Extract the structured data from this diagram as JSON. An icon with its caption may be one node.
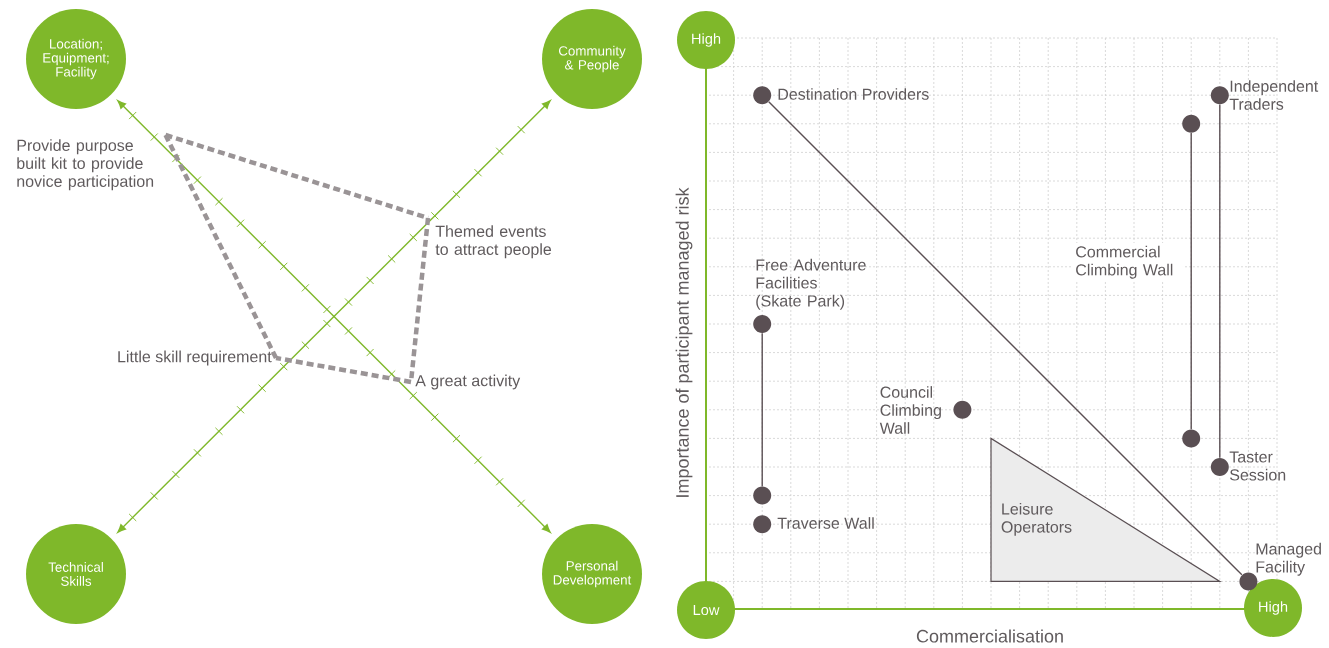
{
  "diagram": {
    "nodes": [
      {
        "text": [
          "Location; Equipment; Facility"
        ]
      },
      {
        "text": [
          "Community & People"
        ]
      },
      {
        "text": [
          "Technical Skills"
        ]
      },
      {
        "text": [
          "Personal Development"
        ]
      },
      {
        "text": [
          "Provide purpose built kit to provide novice participation"
        ]
      },
      {
        "text": [
          "Themed events to attract people"
        ]
      },
      {
        "text": [
          "Little skill requirement"
        ]
      },
      {
        "text": [
          "A great activity"
        ]
      },
      {
        "text": [
          "High"
        ]
      },
      {
        "text": [
          "Low"
        ]
      },
      {
        "text": [
          "High"
        ]
      },
      {
        "text": [],
        "shape": "circle",
        "beside": [
          "Destination Providers"
        ]
      },
      {
        "text": [],
        "shape": "circle",
        "beside": [
          "Independent Traders"
        ]
      },
      {
        "text": [],
        "shape": "circle"
      },
      {
        "text": [],
        "shape": "circle",
        "beside": [
          "Free Adventure Facilities (Skate Park)"
        ]
      },
      {
        "text": [],
        "shape": "circle",
        "beside": [
          "Council Climbing Wall"
        ]
      },
      {
        "text": [
          "Leisure Operators"
        ]
      },
      {
        "text": [],
        "shape": "circle"
      },
      {
        "text": [],
        "shape": "circle",
        "beside": [
          "Taster Session"
        ]
      },
      {
        "text": [],
        "shape": "circle"
      },
      {
        "text": [],
        "shape": "circle",
        "beside": [
          "Traverse Wall"
        ]
      },
      {
        "text": [],
        "shape": "circle",
        "beside": [
          "Managed Facility"
        ]
      }
    ],
    "edges": [
      {
        "from": 0,
        "to": 3,
        "arrow": "both",
        "color": "#7fb82a"
      },
      {
        "from": 2,
        "to": 1,
        "arrow": "both",
        "color": "#7fb82a"
      },
      {
        "from": 4,
        "to": 5,
        "arrow": "none",
        "style": "dashed",
        "color": "#9a9496"
      },
      {
        "from": 5,
        "to": 7,
        "arrow": "none",
        "style": "dashed",
        "color": "#9a9496"
      },
      {
        "from": 7,
        "to": 6,
        "arrow": "none",
        "style": "dashed",
        "color": "#9a9496"
      },
      {
        "from": 6,
        "to": 4,
        "arrow": "none",
        "style": "dashed",
        "color": "#9a9496"
      },
      {
        "from": 11,
        "to": 21,
        "arrow": "none"
      },
      {
        "from": 12,
        "to": 18,
        "arrow": "none"
      },
      {
        "from": 13,
        "to": 17,
        "arrow": "none",
        "label": "Commercial Climbing Wall"
      },
      {
        "from": 14,
        "to": 19,
        "arrow": "none"
      }
    ],
    "labels": [
      "Importance of participant managed risk",
      "Commercialisation"
    ]
  }
}
